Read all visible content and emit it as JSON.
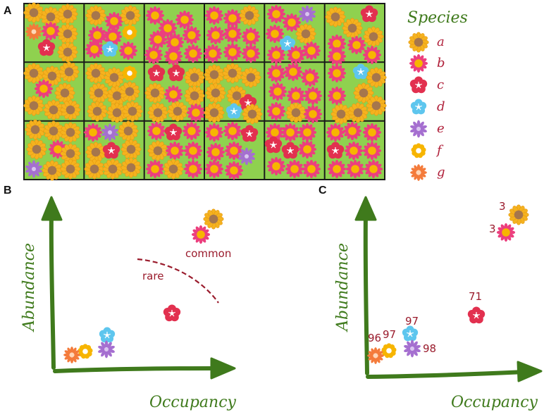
{
  "panels": {
    "a": "A",
    "b": "B",
    "c": "C"
  },
  "legend": {
    "title": "Species",
    "items": [
      {
        "letter": "a",
        "icon": "sunflower-icon"
      },
      {
        "letter": "b",
        "icon": "pink-daisy-icon"
      },
      {
        "letter": "c",
        "icon": "red-blossom-icon"
      },
      {
        "letter": "d",
        "icon": "blue-blossom-icon"
      },
      {
        "letter": "e",
        "icon": "purple-daisy-icon"
      },
      {
        "letter": "f",
        "icon": "yellow-ring-flower-icon"
      },
      {
        "letter": "g",
        "icon": "orange-daisy-icon"
      }
    ]
  },
  "panel_b": {
    "ylabel": "Abundance",
    "xlabel": "Occupancy",
    "common_label": "common",
    "rare_label": "rare"
  },
  "panel_c": {
    "ylabel": "Abundance",
    "xlabel": "Occupancy",
    "labels": {
      "a": "3",
      "b": "3",
      "c": "71",
      "d": "97",
      "e": "98",
      "f": "97",
      "g": "96"
    }
  },
  "colors": {
    "quadrat": "#8fd14f",
    "grid_line": "#1a1a1a",
    "axis_arrow": "#3f7a1c",
    "text_red": "#9a1b2c"
  }
}
